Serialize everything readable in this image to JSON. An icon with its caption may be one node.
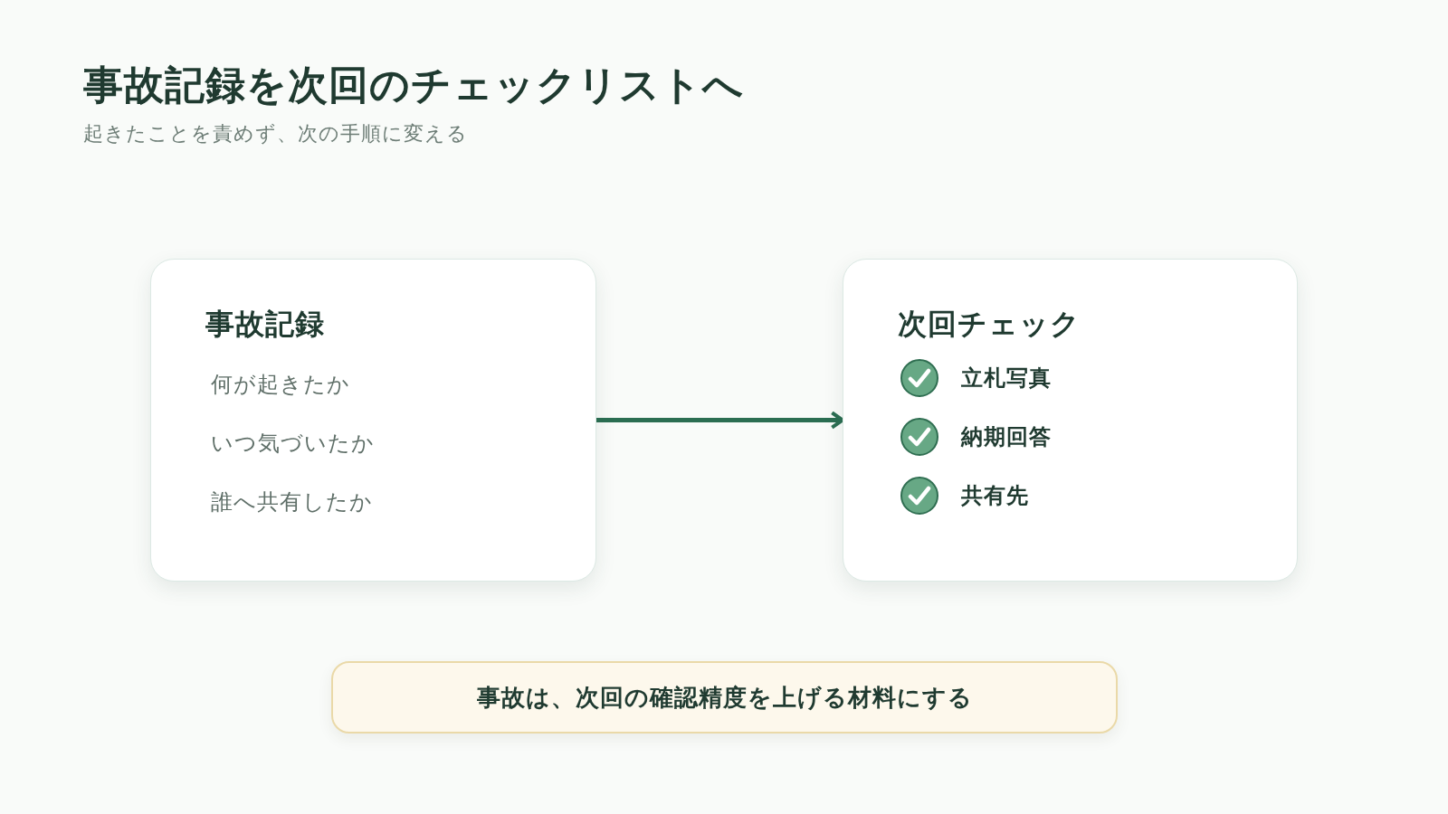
{
  "diagram": {
    "title": "事故記録を次回のチェックリストへ",
    "nodes": [
      {
        "text": [
          "事故記録",
          "何が起きたか",
          "いつ気づいたか",
          "誰へ共有したか"
        ]
      },
      {
        "text": [
          "次回チェック",
          "立札写真",
          "納期回答",
          "共有先"
        ]
      },
      {
        "text": [
          "事故は、次回の確認精度を上げる材料にする"
        ]
      }
    ],
    "edges": [
      {
        "from": 0,
        "to": 1,
        "arrow": "to"
      }
    ],
    "labels": [
      "起きたことを責めず、次の手順に変える"
    ]
  }
}
